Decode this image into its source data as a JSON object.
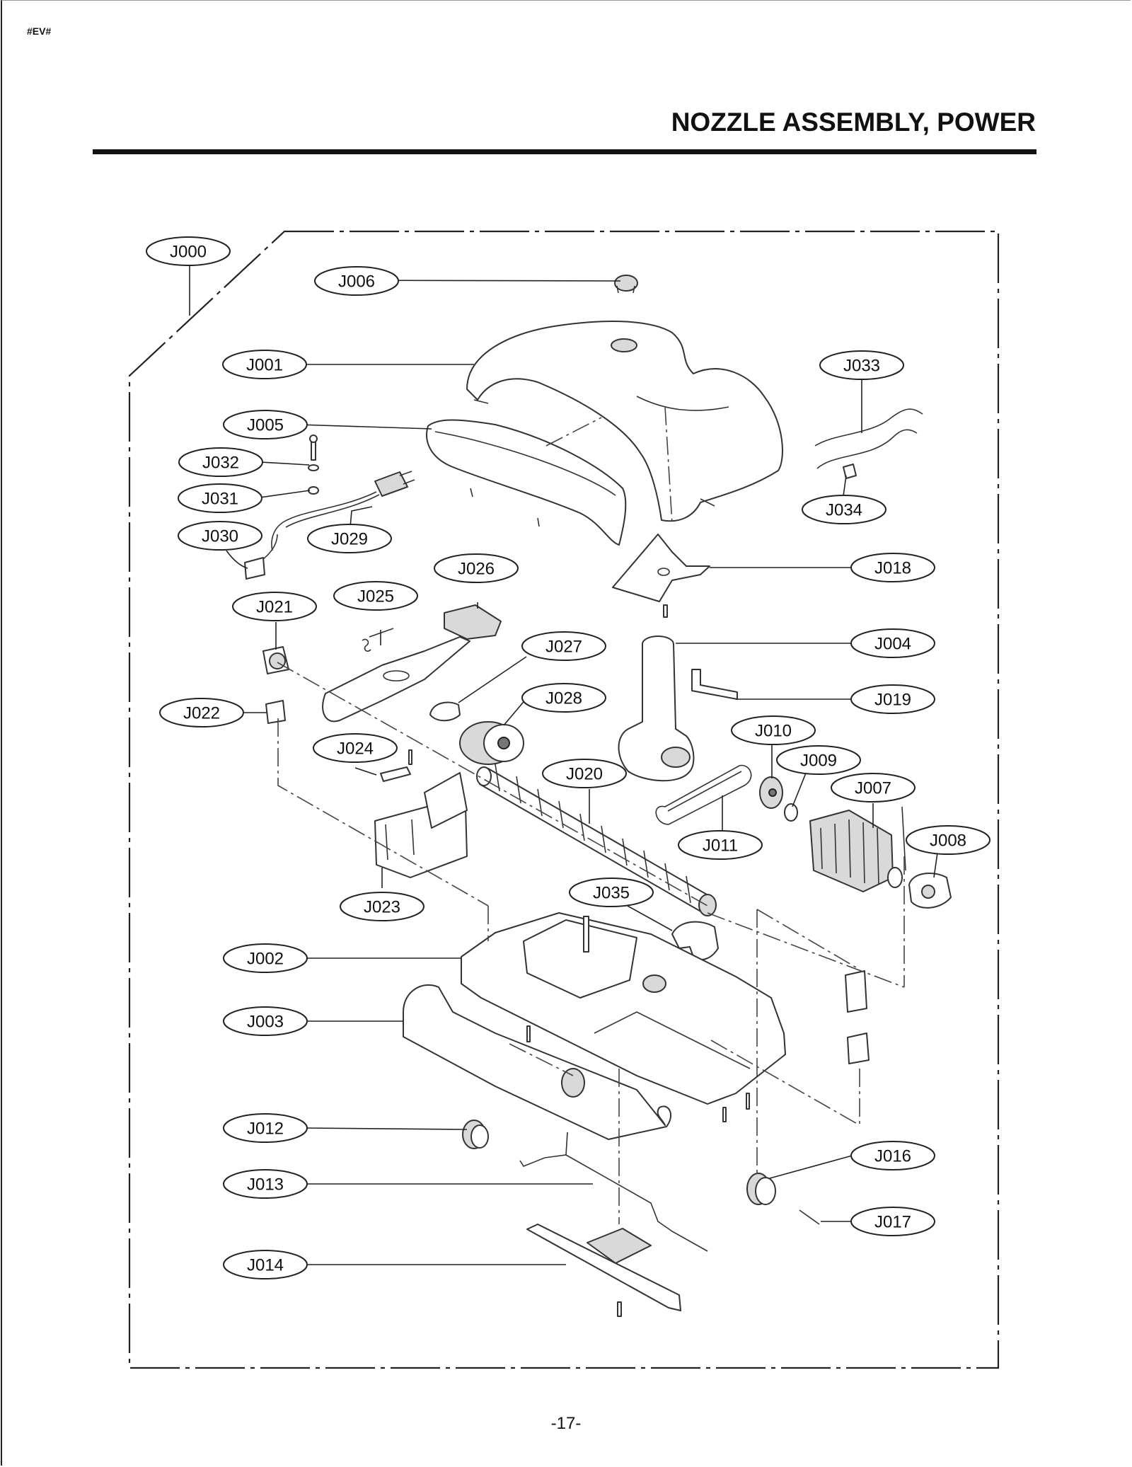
{
  "document": {
    "code": "#EV#",
    "title": "NOZZLE ASSEMBLY, POWER",
    "page_number": "-17-"
  },
  "diagram": {
    "labels": {
      "J000": "J000",
      "J001": "J001",
      "J002": "J002",
      "J003": "J003",
      "J004": "J004",
      "J005": "J005",
      "J006": "J006",
      "J007": "J007",
      "J008": "J008",
      "J009": "J009",
      "J010": "J010",
      "J011": "J011",
      "J012": "J012",
      "J013": "J013",
      "J014": "J014",
      "J016": "J016",
      "J017": "J017",
      "J018": "J018",
      "J019": "J019",
      "J020": "J020",
      "J021": "J021",
      "J022": "J022",
      "J023": "J023",
      "J024": "J024",
      "J025": "J025",
      "J026": "J026",
      "J027": "J027",
      "J028": "J028",
      "J029": "J029",
      "J030": "J030",
      "J031": "J031",
      "J032": "J032",
      "J033": "J033",
      "J034": "J034",
      "J035": "J035"
    }
  }
}
